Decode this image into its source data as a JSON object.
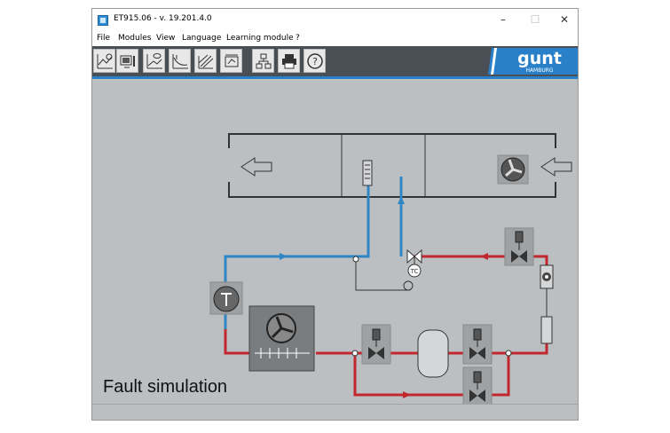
{
  "window": {
    "title": "ET915.06 - v. 19.201.4.0",
    "controls": {
      "minimize": "–",
      "maximize": "☐",
      "close": "✕"
    }
  },
  "menu": {
    "items": [
      "File",
      "Modules",
      "View",
      "Language",
      "Learning module",
      "?"
    ]
  },
  "toolbar": {
    "buttons": [
      "chart-time-icon",
      "monitor-icon",
      "chart-view-icon",
      "chart-curve-icon",
      "grid-icon",
      "diagram-icon",
      "network-icon",
      "print-icon",
      "help-icon"
    ]
  },
  "brand": {
    "name": "gunt",
    "sub": "HAMBURG"
  },
  "diagram": {
    "label": "Fault simulation",
    "colors": {
      "hot_line": "#c0282d",
      "cold_line": "#2f86c4",
      "background": "#bcbfc2"
    }
  },
  "colors": {
    "toolbar_bg": "#4a4f55",
    "accent": "#2a80c8"
  }
}
